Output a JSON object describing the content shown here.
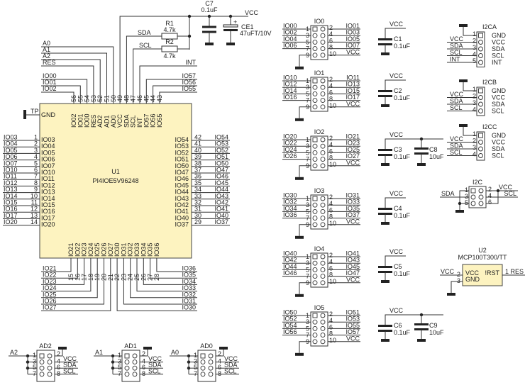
{
  "u1": {
    "ref": "U1",
    "part": "PI4IOE5V96248",
    "gnd_label": "GND",
    "tp_label": "TP",
    "top_pins": [
      {
        "num": "56",
        "name": "IO02",
        "net": "IO02"
      },
      {
        "num": "55",
        "name": "IO01",
        "net": "IO01"
      },
      {
        "num": "54",
        "name": "IO00",
        "net": "IO00"
      },
      {
        "num": "53",
        "name": "RES",
        "net": "RES"
      },
      {
        "num": "52",
        "name": "AD2",
        "net": "A2"
      },
      {
        "num": "51",
        "name": "AD1",
        "net": "A1"
      },
      {
        "num": "50",
        "name": "AD0",
        "net": "A0"
      },
      {
        "num": "49",
        "name": "VCC",
        "net": ""
      },
      {
        "num": "48",
        "name": "SDA",
        "net": "SDA"
      },
      {
        "num": "47",
        "name": "SCL",
        "net": "SCL"
      },
      {
        "num": "46",
        "name": "INT",
        "net": "INT"
      },
      {
        "num": "45",
        "name": "IO57",
        "net": "IO57"
      },
      {
        "num": "44",
        "name": "IO56",
        "net": "IO56"
      },
      {
        "num": "43",
        "name": "IO55",
        "net": "IO55"
      }
    ],
    "left_pins": [
      {
        "num": "1",
        "name": "IO03"
      },
      {
        "num": "2",
        "name": "IO04"
      },
      {
        "num": "3",
        "name": "IO05"
      },
      {
        "num": "4",
        "name": "IO06"
      },
      {
        "num": "5",
        "name": "IO07"
      },
      {
        "num": "6",
        "name": "IO10"
      },
      {
        "num": "7",
        "name": "IO11"
      },
      {
        "num": "8",
        "name": "IO12"
      },
      {
        "num": "9",
        "name": "IO13"
      },
      {
        "num": "10",
        "name": "IO14"
      },
      {
        "num": "11",
        "name": "IO15"
      },
      {
        "num": "12",
        "name": "IO16"
      },
      {
        "num": "13",
        "name": "IO17"
      },
      {
        "num": "14",
        "name": "IO20"
      }
    ],
    "right_pins": [
      {
        "num": "42",
        "name": "IO54"
      },
      {
        "num": "41",
        "name": "IO53"
      },
      {
        "num": "40",
        "name": "IO52"
      },
      {
        "num": "39",
        "name": "IO51"
      },
      {
        "num": "38",
        "name": "IO50"
      },
      {
        "num": "37",
        "name": "IO47"
      },
      {
        "num": "36",
        "name": "IO46"
      },
      {
        "num": "35",
        "name": "IO45"
      },
      {
        "num": "34",
        "name": "IO44"
      },
      {
        "num": "33",
        "name": "IO43"
      },
      {
        "num": "32",
        "name": "IO42"
      },
      {
        "num": "31",
        "name": "IO41"
      },
      {
        "num": "30",
        "name": "IO40"
      },
      {
        "num": "29",
        "name": "IO37"
      }
    ],
    "bottom_pins": [
      {
        "num": "15",
        "name": "IO21"
      },
      {
        "num": "16",
        "name": "IO22"
      },
      {
        "num": "17",
        "name": "IO23"
      },
      {
        "num": "18",
        "name": "IO24"
      },
      {
        "num": "19",
        "name": "IO25"
      },
      {
        "num": "20",
        "name": "IO26"
      },
      {
        "num": "21",
        "name": "IO27"
      },
      {
        "num": "22",
        "name": "IO30"
      },
      {
        "num": "23",
        "name": "IO31"
      },
      {
        "num": "24",
        "name": "IO32"
      },
      {
        "num": "25",
        "name": "IO33"
      },
      {
        "num": "26",
        "name": "IO34"
      },
      {
        "num": "27",
        "name": "IO35"
      },
      {
        "num": "28",
        "name": "IO36"
      }
    ]
  },
  "pullups": {
    "r1": {
      "ref": "R1",
      "value": "4.7k",
      "net": "SDA"
    },
    "r2": {
      "ref": "R2",
      "value": "4.7k",
      "net": "SCL"
    },
    "c7": {
      "ref": "C7",
      "value": "0.1uF"
    },
    "ce1": {
      "ref": "CE1",
      "value": "47uFT/10V",
      "plus": "+"
    },
    "vcc": "VCC"
  },
  "io_headers": [
    {
      "ref": "IO0",
      "left": [
        "IO00",
        "IO02",
        "IO04",
        "IO06"
      ],
      "right": [
        "IO01",
        "IO03",
        "IO05",
        "IO07"
      ],
      "cap": {
        "ref": "C1",
        "value": "0.1uF"
      }
    },
    {
      "ref": "IO1",
      "left": [
        "IO10",
        "IO12",
        "IO14",
        "IO16"
      ],
      "right": [
        "IO11",
        "IO13",
        "IO15",
        "IO17"
      ],
      "cap": {
        "ref": "C2",
        "value": "0.1uF"
      }
    },
    {
      "ref": "IO2",
      "left": [
        "IO20",
        "IO22",
        "IO24",
        "IO26"
      ],
      "right": [
        "IO21",
        "IO23",
        "IO25",
        "IO27"
      ],
      "cap": {
        "ref": "C3",
        "value": "0.1uF"
      },
      "cap2": {
        "ref": "C8",
        "value": "10uF"
      }
    },
    {
      "ref": "IO3",
      "left": [
        "IO30",
        "IO32",
        "IO34",
        "IO36"
      ],
      "right": [
        "IO31",
        "IO33",
        "IO35",
        "IO37"
      ],
      "cap": {
        "ref": "C4",
        "value": "0.1uF"
      }
    },
    {
      "ref": "IO4",
      "left": [
        "IO40",
        "IO42",
        "IO44",
        "IO46"
      ],
      "right": [
        "IO41",
        "IO43",
        "IO45",
        "IO47"
      ],
      "cap": {
        "ref": "C5",
        "value": "0.1uF"
      }
    },
    {
      "ref": "IO5",
      "left": [
        "IO50",
        "IO52",
        "IO54",
        "IO56"
      ],
      "right": [
        "IO51",
        "IO53",
        "IO55",
        "IO57"
      ],
      "cap": {
        "ref": "C6",
        "value": "0.1uF"
      },
      "cap2": {
        "ref": "C9",
        "value": "10uF"
      }
    }
  ],
  "header_pin_numbers": {
    "odd": [
      "1",
      "3",
      "5",
      "7",
      "9"
    ],
    "even": [
      "2",
      "4",
      "6",
      "8",
      "10"
    ],
    "pin10_net": "VCC",
    "vcc": "VCC"
  },
  "i2c_headers": [
    {
      "ref": "I2CA",
      "nets": [
        "VCC",
        "SDA",
        "SCL",
        "INT"
      ],
      "pins": [
        "1",
        "2",
        "3",
        "4",
        "5"
      ],
      "labels": [
        "GND",
        "VCC",
        "SDA",
        "SCL",
        "INT"
      ]
    },
    {
      "ref": "I2CB",
      "nets": [
        "VCC",
        "SDA",
        "SCL"
      ],
      "pins": [
        "1",
        "2",
        "3",
        "4"
      ],
      "labels": [
        "GND",
        "VCC",
        "SDA",
        "SCL"
      ]
    },
    {
      "ref": "I2CC",
      "nets": [
        "VCC",
        "SDA",
        "SCL"
      ],
      "pins": [
        "1",
        "2",
        "3",
        "4"
      ],
      "labels": [
        "GND",
        "VCC",
        "SDA",
        "SCL"
      ]
    }
  ],
  "i2c_2x3": {
    "ref": "I2C",
    "left_net": "SDA",
    "right_net_top": "VCC",
    "right_net_bottom": "SCL",
    "pins": [
      "1",
      "3",
      "5",
      "2",
      "4",
      "6"
    ]
  },
  "u2": {
    "ref": "U2",
    "part": "MCP100T300/TT",
    "pin_vcc": "VCC",
    "pin_gnd": "GND",
    "pin_rst": "!RST",
    "num_vcc": "2",
    "num_gnd": "3",
    "num_rst": "1",
    "net_in": "VCC",
    "net_out": "RES"
  },
  "ad_headers": [
    {
      "ref": "AD2",
      "net": "A2"
    },
    {
      "ref": "AD1",
      "net": "A1"
    },
    {
      "ref": "AD0",
      "net": "A0"
    }
  ],
  "ad_pins": {
    "left": [
      "1",
      "3",
      "5",
      "7"
    ],
    "right": [
      "2",
      "4",
      "6",
      "8"
    ],
    "nets": [
      "VCC",
      "SDA",
      "SCL"
    ]
  }
}
